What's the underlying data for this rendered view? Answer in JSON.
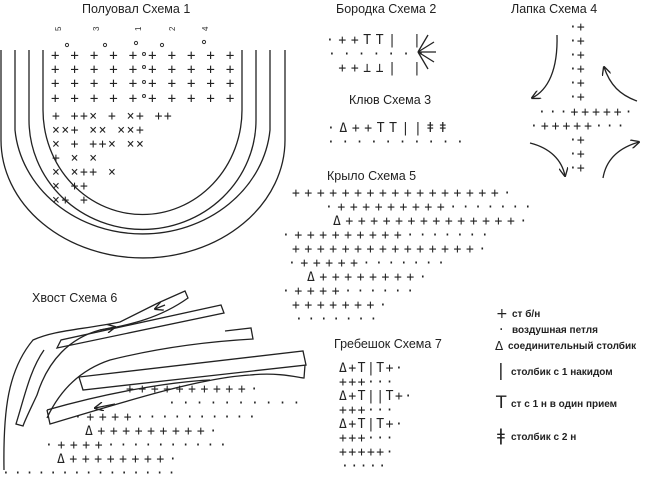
{
  "titles": {
    "s1": "Полуовал Схема 1",
    "s2": "Бородка Схема 2",
    "s3": "Клюв Схема 3",
    "s4": "Лапка Схема 4",
    "s5": "Крыло Схема 5",
    "s6": "Хвост Схема 6",
    "s7": "Гребешок Схема 7"
  },
  "scheme1": {
    "numbers": [
      "5",
      "3",
      "1",
      "2",
      "4"
    ],
    "rows": [
      "++++++++++",
      "++++++++++",
      "++++++++++",
      "++++++++++"
    ],
    "lower": [
      "+ ++× +  ×+ ++",
      " ××+ ×× ××+",
      "  × +  ++×  ××",
      "   +   ×   ×",
      "    ×  ×++  ×",
      "      × ++",
      "       ×+ +"
    ]
  },
  "scheme2": {
    "rows": [
      "·++TT| |",
      "·······",
      " ++⊥⊥| |"
    ]
  },
  "scheme3": {
    "rows": [
      "·Δ++TT||ǂǂ",
      "··········"
    ]
  },
  "scheme4": {
    "column_top": [
      "·+",
      "·+",
      "·+",
      "·+",
      "·+",
      "·+"
    ],
    "row_a": "···+++++·",
    "row_b": "·+++++···",
    "column_bottom": [
      "·+",
      "·+",
      "·+"
    ]
  },
  "scheme5": {
    "rows": [
      "+++++++++++++++++·",
      "·+++++++++·······",
      "Δ++++++++++++++·",
      "·+++++++++·······",
      "+++++++++++++++·",
      "·+++++·······",
      "Δ++++++++·",
      "·++++······",
      "+++++++·",
      "·······"
    ]
  },
  "scheme6": {
    "rows": [
      "++++++++++·",
      "··········",
      "·++++··········",
      "Δ+++++++++·",
      "·++++··········",
      "Δ++++++++·",
      "···············"
    ]
  },
  "scheme7": {
    "rows": [
      "Δ+T|T+·",
      "+++···",
      "Δ+T||T+·",
      "+++···",
      "Δ+T|T+·",
      "+++···",
      "+++++·",
      "·····"
    ]
  },
  "legend": [
    {
      "symbol": "+",
      "label": "ст б/н"
    },
    {
      "symbol": "·",
      "label": "воздушная петля"
    },
    {
      "symbol": "Δ",
      "label": "соединительный столбик"
    },
    {
      "symbol": "|",
      "label": "столбик с 1 накидом"
    },
    {
      "symbol": "T",
      "label": "ст с 1 н в один прием"
    },
    {
      "symbol": "ǂ",
      "label": "столбик с 2 н"
    }
  ]
}
